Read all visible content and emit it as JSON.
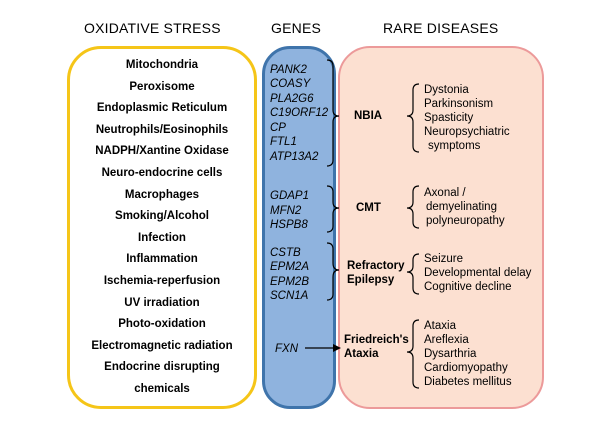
{
  "headers": {
    "oxidative_stress": "OXIDATIVE STRESS",
    "genes": "GENES",
    "rare_diseases": "RARE DISEASES"
  },
  "oxidative_stress": [
    "Mitochondria",
    "Peroxisome",
    "Endoplasmic Reticulum",
    "Neutrophils/Eosinophils",
    "NADPH/Xantine Oxidase",
    "Neuro-endocrine cells",
    "Macrophages",
    "Smoking/Alcohol",
    "Infection",
    "Inflammation",
    "Ischemia-reperfusion",
    "UV irradiation",
    "Photo-oxidation",
    "Electromagnetic radiation",
    "Endocrine disrupting",
    "chemicals"
  ],
  "groups": [
    {
      "genes": [
        "PANK2",
        "COASY",
        "PLA2G6",
        "C19ORF12",
        "CP",
        "FTL1",
        "ATP13A2"
      ],
      "disease": [
        "NBIA"
      ],
      "symptoms": [
        "Dystonia",
        "Parkinsonism",
        "Spasticity",
        "Neuropsychiatric",
        "  symptoms"
      ]
    },
    {
      "genes": [
        "GDAP1",
        "MFN2",
        "HSPB8"
      ],
      "disease": [
        "CMT"
      ],
      "symptoms": [
        "Axonal /",
        " demyelinating",
        " polyneuropathy"
      ]
    },
    {
      "genes": [
        "CSTB",
        "EPM2A",
        "EPM2B",
        "SCN1A"
      ],
      "disease": [
        "Refractory",
        "Epilepsy"
      ],
      "symptoms": [
        "Seizure",
        "Developmental delay",
        "Cognitive decline"
      ]
    },
    {
      "genes": [
        "FXN"
      ],
      "disease": [
        "Friedreich's",
        "Ataxia"
      ],
      "symptoms": [
        "Ataxia",
        "Areflexia",
        "Dysarthria",
        "Cardiomyopathy",
        "Diabetes mellitus"
      ]
    }
  ],
  "colors": {
    "oxidative_border": "#f5c518",
    "genes_fill": "#8fb3de",
    "genes_border": "#3f74ab",
    "diseases_fill": "#fce0d1",
    "diseases_border": "#ec9a9a"
  }
}
